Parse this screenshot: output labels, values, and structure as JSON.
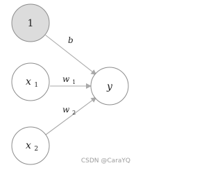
{
  "diagram": {
    "nodes": {
      "bias": {
        "label": "1"
      },
      "x1": {
        "label": "x",
        "sub": "1"
      },
      "x2": {
        "label": "x",
        "sub": "2"
      },
      "y": {
        "label": "y"
      }
    },
    "edges": {
      "bias_to_y": {
        "label": "b"
      },
      "x1_to_y": {
        "label": "w",
        "sub": "1"
      },
      "x2_to_y": {
        "label": "w",
        "sub": "2"
      }
    },
    "colors": {
      "node_stroke": "#8c8c8c",
      "bias_fill": "#dcdcdc",
      "node_fill": "#ffffff",
      "edge": "#a9a9a9",
      "text": "#222222",
      "watermark": "#9b9b9b"
    }
  },
  "watermark": {
    "text": "CSDN @CaraYQ"
  }
}
